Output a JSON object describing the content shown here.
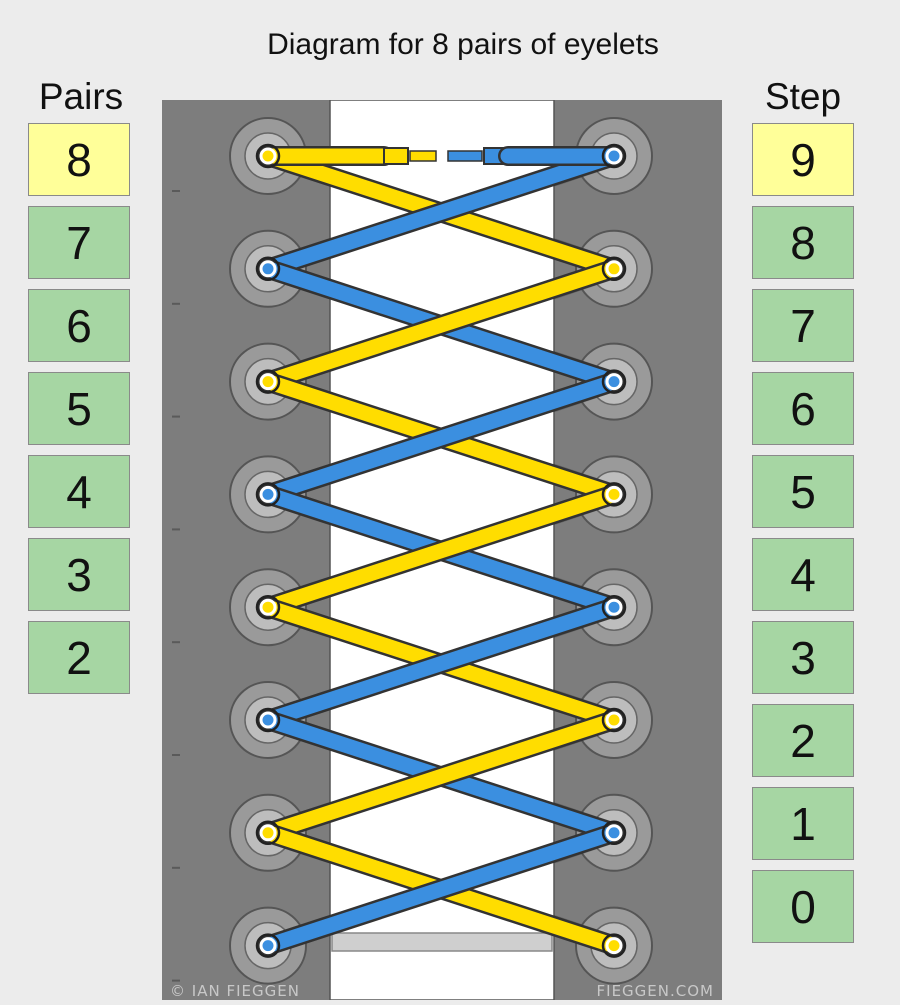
{
  "title": "Diagram for 8 pairs of eyelets",
  "pairs": {
    "label": "Pairs",
    "options": [
      "8",
      "7",
      "6",
      "5",
      "4",
      "3",
      "2"
    ],
    "selected": "8"
  },
  "step": {
    "label": "Step",
    "options": [
      "9",
      "8",
      "7",
      "6",
      "5",
      "4",
      "3",
      "2",
      "1",
      "0"
    ],
    "selected": "9"
  },
  "diagram": {
    "eyelet_pairs": 8,
    "lace_colors": {
      "left_end": "#ffdd00",
      "right_end": "#3b8fe0"
    },
    "credit_left": "© IAN FIEGGEN",
    "credit_right": "FIEGGEN.COM"
  }
}
